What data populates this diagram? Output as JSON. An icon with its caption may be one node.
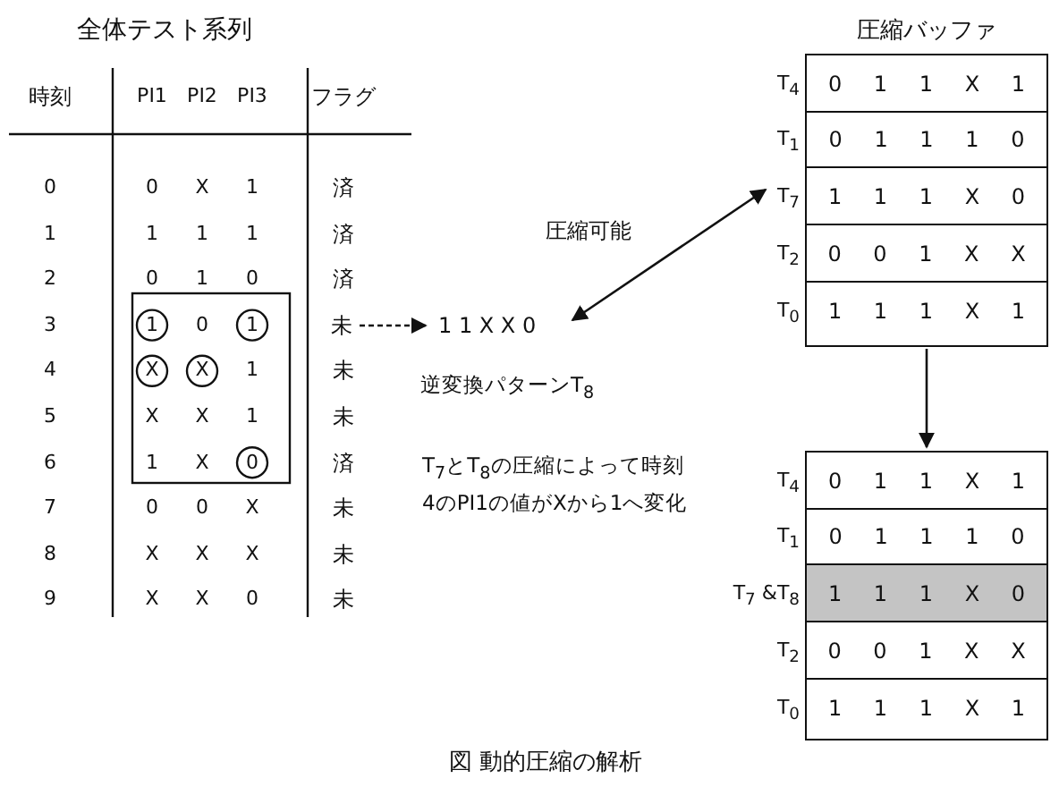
{
  "diagram": {
    "caption": "図 動的圧縮の解析",
    "nodes": [
      {
        "text": [
          "未"
        ]
      },
      {
        "text": [
          "1 1 X X 0"
        ],
        "beside": [
          "逆変換パターンT$_{8}$"
        ]
      },
      {
        "text": [
          "圧縮バッファ"
        ]
      },
      {
        "text": [
          "0 1 1 X 1"
        ],
        "beside": [
          "T$_{4}$"
        ],
        "in": 2
      },
      {
        "text": [
          "0 1 1 1 0"
        ],
        "beside": [
          "T$_{1}$"
        ],
        "in": 2
      },
      {
        "text": [
          "1 1 1 X 0"
        ],
        "beside": [
          "T$_{7}$"
        ],
        "in": 2
      },
      {
        "text": [
          "0 0 1 X X"
        ],
        "beside": [
          "T$_{2}$"
        ],
        "in": 2
      },
      {
        "text": [
          "1 1 1 X 1"
        ],
        "beside": [
          "T$_{0}$"
        ],
        "in": 2
      },
      {
        "text": [],
        "shape": "box"
      },
      {
        "text": [
          "0 1 1 X 1"
        ],
        "beside": [
          "T$_{4}$"
        ],
        "in": 8
      },
      {
        "text": [
          "0 1 1 1 0"
        ],
        "beside": [
          "T$_{1}$"
        ],
        "in": 8
      },
      {
        "text": [
          "1 1 1 X 0"
        ],
        "beside": [
          "T$_{7}$ &T$_{8}$"
        ],
        "in": 8
      },
      {
        "text": [
          "0 0 1 X X"
        ],
        "beside": [
          "T$_{2}$"
        ],
        "in": 8
      },
      {
        "text": [
          "1 1 1 X 1"
        ],
        "beside": [
          "T$_{0}$"
        ],
        "in": 8
      }
    ],
    "edges": [
      {
        "from": 0,
        "to": 1,
        "arrow": "to",
        "style": "dashed"
      },
      {
        "from": 1,
        "to": 5,
        "arrow": "both",
        "label": "圧縮可能"
      },
      {
        "from": 2,
        "to": 8,
        "arrow": "to"
      }
    ],
    "labels": [
      "全体テスト系列",
      "時刻",
      "PI1",
      "PI2",
      "PI3",
      "フラグ",
      "0",
      "0",
      "X",
      "1",
      "済",
      "1",
      "1",
      "1",
      "1",
      "済",
      "2",
      "0",
      "1",
      "0",
      "済",
      "3",
      "1",
      "0",
      "1",
      "4",
      "X",
      "X",
      "1",
      "未",
      "5",
      "X",
      "X",
      "1",
      "未",
      "6",
      "1",
      "X",
      "0",
      "済",
      "7",
      "0",
      "0",
      "X",
      "未",
      "8",
      "X",
      "X",
      "X",
      "未",
      "9",
      "X",
      "X",
      "0",
      "未",
      "T$_{7}$とT$_{8}$の圧縮によって時刻4のPI1の値がXから1へ変化"
    ]
  }
}
